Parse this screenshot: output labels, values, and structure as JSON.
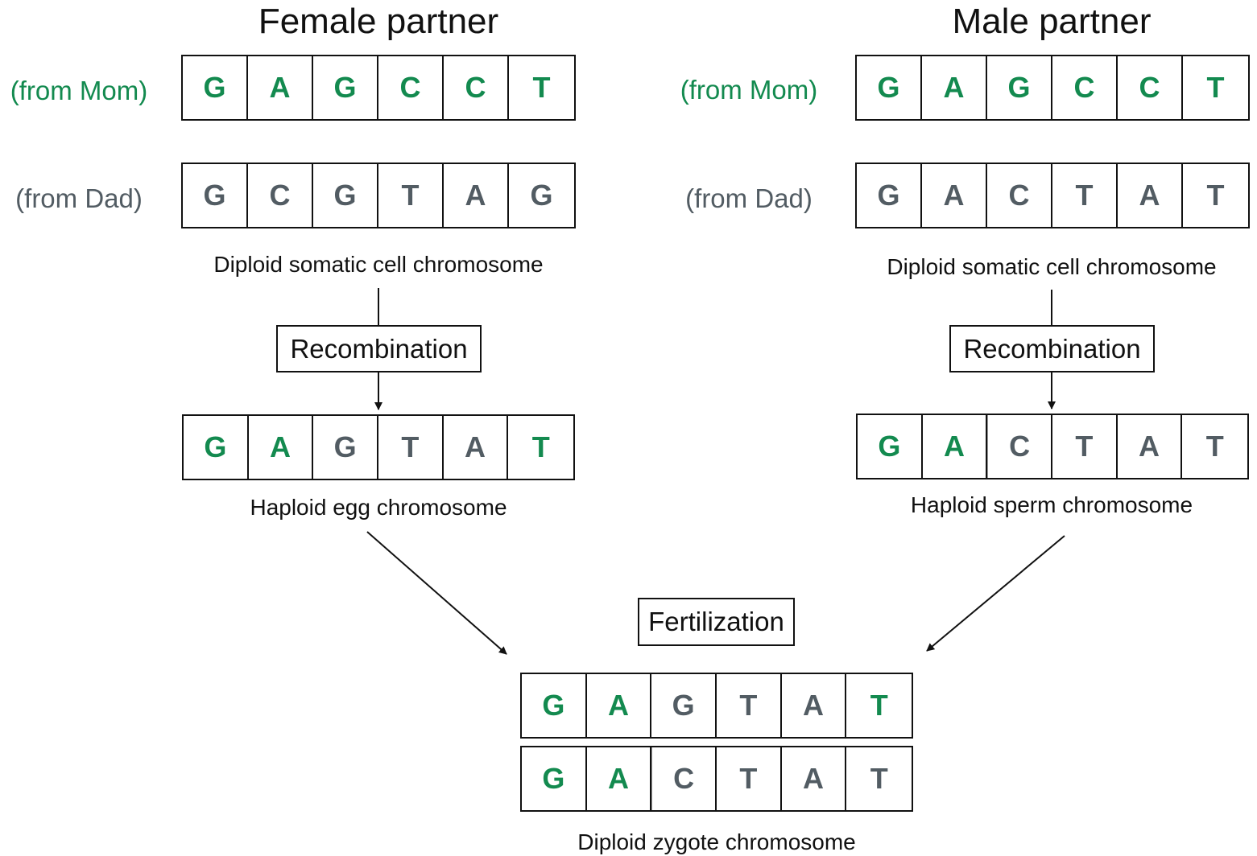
{
  "colors": {
    "mom": "#138a4f",
    "dad": "#525c63",
    "ink": "#111111"
  },
  "female": {
    "title": "Female partner",
    "mom_label": "(from Mom)",
    "dad_label": "(from Dad)",
    "mom_strand": [
      "G",
      "A",
      "G",
      "C",
      "C",
      "T"
    ],
    "dad_strand": [
      "G",
      "C",
      "G",
      "T",
      "A",
      "G"
    ],
    "somatic_caption": "Diploid somatic cell chromosome",
    "step_label": "Recombination",
    "gamete_strand": [
      "G",
      "A",
      "G",
      "T",
      "A",
      "T"
    ],
    "gamete_origin": [
      "mom",
      "mom",
      "dad",
      "dad",
      "dad",
      "mom"
    ],
    "gamete_caption": "Haploid egg chromosome"
  },
  "male": {
    "title": "Male partner",
    "mom_label": "(from Mom)",
    "dad_label": "(from Dad)",
    "mom_strand": [
      "G",
      "A",
      "G",
      "C",
      "C",
      "T"
    ],
    "dad_strand": [
      "G",
      "A",
      "C",
      "T",
      "A",
      "T"
    ],
    "somatic_caption": "Diploid somatic cell chromosome",
    "step_label": "Recombination",
    "gamete_strand": [
      "G",
      "A",
      "C",
      "T",
      "A",
      "T"
    ],
    "gamete_origin": [
      "mom",
      "mom",
      "dad",
      "dad",
      "dad",
      "dad"
    ],
    "gamete_caption": "Haploid sperm chromosome"
  },
  "zygote": {
    "step_label": "Fertilization",
    "caption": "Diploid zygote chromosome"
  }
}
